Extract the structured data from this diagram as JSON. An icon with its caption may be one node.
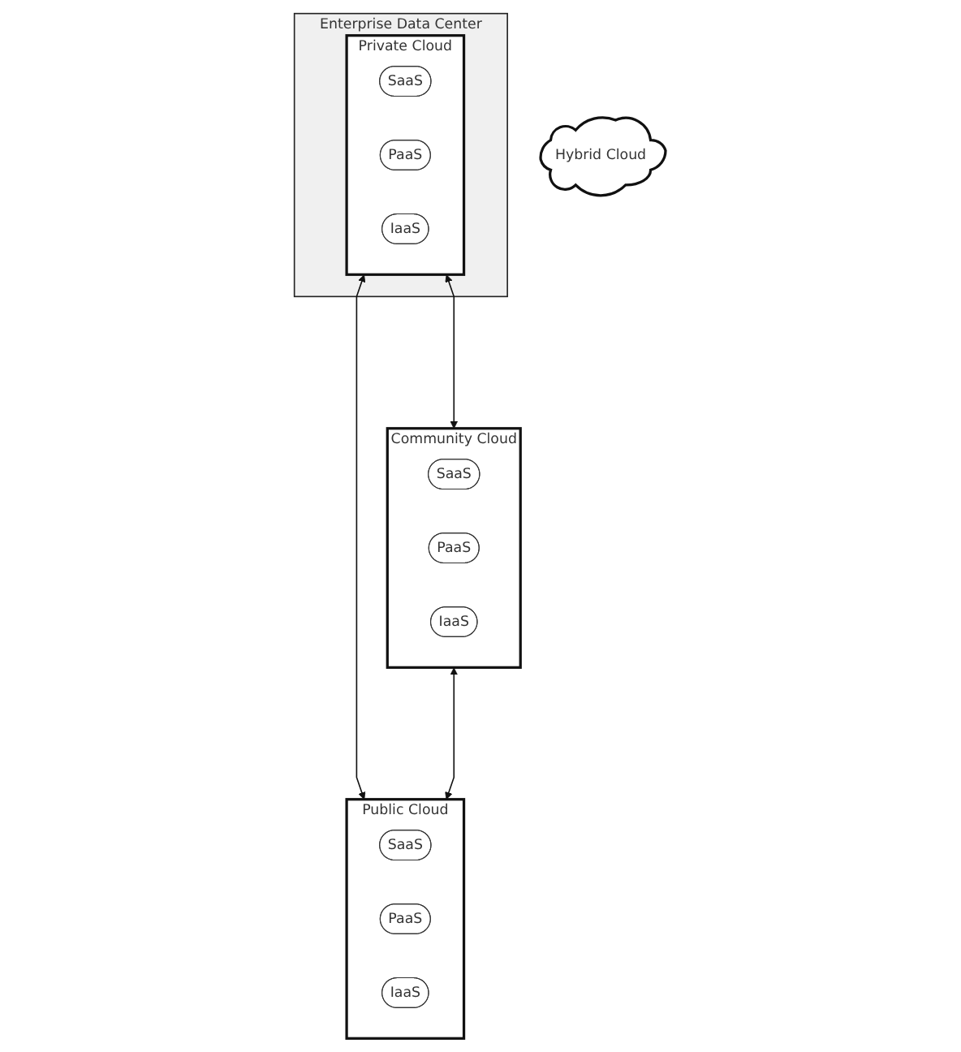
{
  "diagram": {
    "nodes": [
      {
        "text": [
          "Enterprise Data Center"
        ]
      },
      {
        "text": [
          "Private Cloud"
        ],
        "in": 0
      },
      {
        "text": [
          "SaaS"
        ],
        "in": 1
      },
      {
        "text": [
          "PaaS"
        ],
        "in": 1
      },
      {
        "text": [
          "IaaS"
        ],
        "in": 1
      },
      {
        "text": [
          "Community Cloud"
        ]
      },
      {
        "text": [
          "SaaS"
        ],
        "in": 5
      },
      {
        "text": [
          "PaaS"
        ],
        "in": 5
      },
      {
        "text": [
          "IaaS"
        ],
        "in": 5
      },
      {
        "text": [
          "Hybrid Cloud"
        ]
      },
      {
        "text": [
          "Public Cloud"
        ]
      },
      {
        "text": [
          "SaaS"
        ],
        "in": 10
      },
      {
        "text": [
          "PaaS"
        ],
        "in": 10
      },
      {
        "text": [
          "IaaS"
        ],
        "in": 10
      }
    ],
    "edges": [
      {
        "from": 1,
        "to": 5,
        "arrow": "both"
      },
      {
        "from": 1,
        "to": 10,
        "arrow": "both"
      },
      {
        "from": 5,
        "to": 10,
        "arrow": "both"
      }
    ]
  }
}
